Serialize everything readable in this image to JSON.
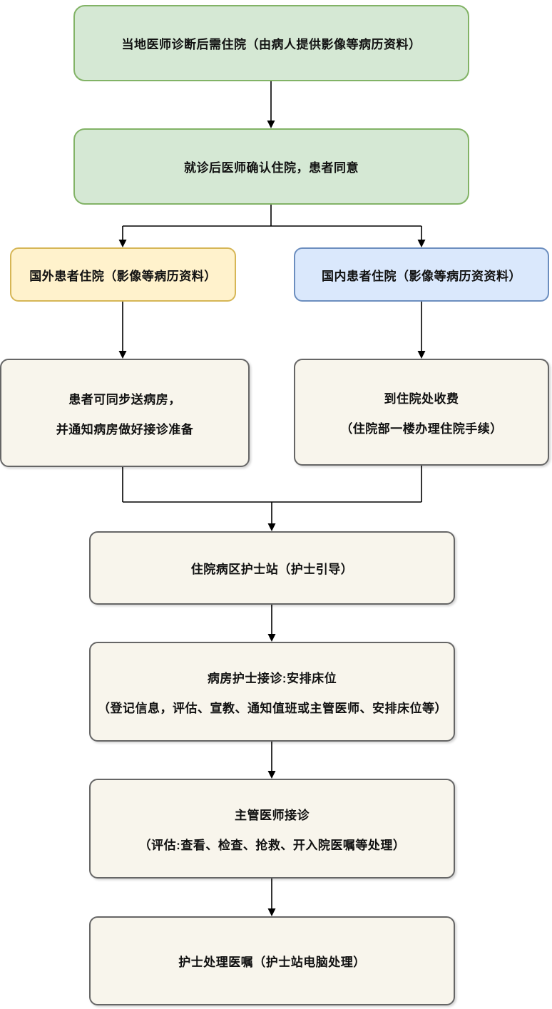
{
  "diagram": {
    "type": "flowchart",
    "topic": "hospital-admission-process",
    "nodes": [
      {
        "id": "local-diagnosis",
        "style": "green",
        "line1": "当地医师诊断后需住院（由病人提供影像等病历资料）"
      },
      {
        "id": "confirm-admission",
        "style": "green",
        "line1": "就诊后医师确认住院，患者同意"
      },
      {
        "id": "foreign-patient",
        "style": "yellow",
        "line1": "国外患者住院（影像等病历资料）"
      },
      {
        "id": "domestic-patient",
        "style": "blue",
        "line1": "国内患者住院（影像等病历资资料）"
      },
      {
        "id": "send-to-ward",
        "style": "beige",
        "line1": "患者可同步送病房，",
        "line2": "并通知病房做好接诊准备"
      },
      {
        "id": "admission-payment",
        "style": "beige",
        "line1": "到住院处收费",
        "line2": "（住院部一楼办理住院手续）"
      },
      {
        "id": "ward-nurse-station",
        "style": "beige",
        "line1": "住院病区护士站（护士引导）"
      },
      {
        "id": "nurse-reception",
        "style": "beige",
        "line1": "病房护士接诊:安排床位",
        "line2": "（登记信息，评估、宣教、通知值班或主管医师、安排床位等）"
      },
      {
        "id": "doctor-reception",
        "style": "beige",
        "line1": "主管医师接诊",
        "line2": "（评估:查看、检查、抢救、开入院医嘱等处理）"
      },
      {
        "id": "nurse-orders",
        "style": "beige",
        "line1": "护士处理医嘱（护士站电脑处理）"
      }
    ],
    "edges": [
      {
        "from": "local-diagnosis",
        "to": "confirm-admission"
      },
      {
        "from": "confirm-admission",
        "to": "foreign-patient"
      },
      {
        "from": "confirm-admission",
        "to": "domestic-patient"
      },
      {
        "from": "foreign-patient",
        "to": "send-to-ward"
      },
      {
        "from": "domestic-patient",
        "to": "admission-payment"
      },
      {
        "from": "send-to-ward",
        "to": "ward-nurse-station"
      },
      {
        "from": "admission-payment",
        "to": "ward-nurse-station"
      },
      {
        "from": "ward-nurse-station",
        "to": "nurse-reception"
      },
      {
        "from": "nurse-reception",
        "to": "doctor-reception"
      },
      {
        "from": "doctor-reception",
        "to": "nurse-orders"
      }
    ],
    "colors": {
      "green_fill": "#d5e8d4",
      "green_border": "#82b366",
      "yellow_fill": "#fff2cc",
      "yellow_border": "#d6b656",
      "blue_fill": "#dae8fc",
      "blue_border": "#6c8ebf",
      "beige_fill": "#f8f5ec",
      "beige_border": "#666666",
      "arrow": "#000000",
      "text": "#111111",
      "background": "#ffffff"
    }
  }
}
